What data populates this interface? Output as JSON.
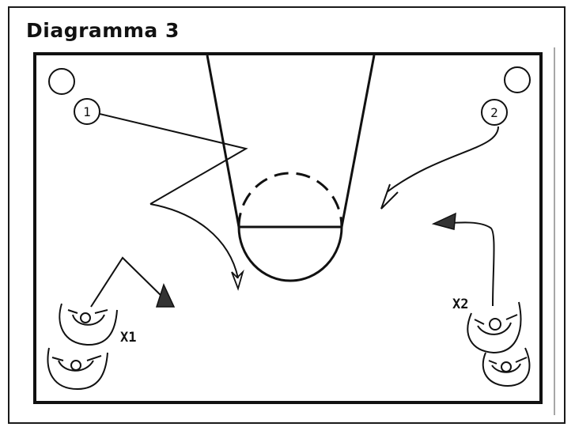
{
  "diagram": {
    "title": "Diagramma 3",
    "players": [
      {
        "id": "player-1",
        "label": "1"
      },
      {
        "id": "player-2",
        "label": "2"
      },
      {
        "id": "defender-x1",
        "label": "X1"
      },
      {
        "id": "defender-x2",
        "label": "X2"
      }
    ],
    "colors": {
      "ink": "#111111",
      "background": "#ffffff"
    }
  }
}
